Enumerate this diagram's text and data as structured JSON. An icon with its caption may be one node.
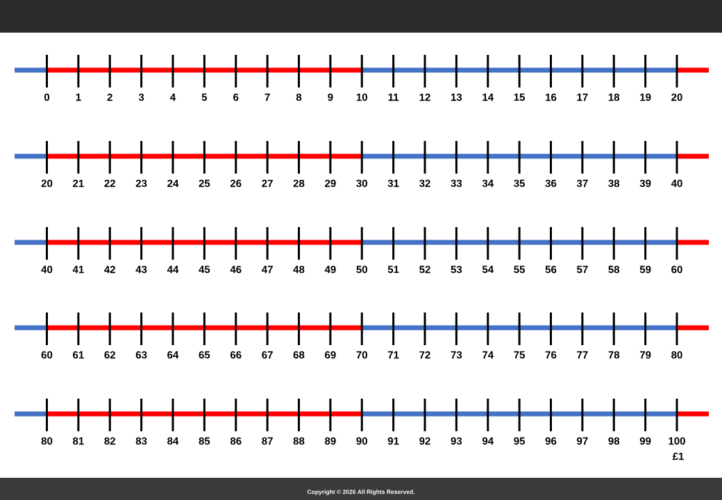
{
  "diagram": {
    "labels": [
      "0",
      "1",
      "2",
      "3",
      "4",
      "5",
      "6",
      "7",
      "8",
      "9",
      "10",
      "11",
      "12",
      "13",
      "14",
      "15",
      "16",
      "17",
      "18",
      "19",
      "20",
      "20",
      "21",
      "22",
      "23",
      "24",
      "25",
      "26",
      "27",
      "28",
      "29",
      "30",
      "31",
      "32",
      "33",
      "34",
      "35",
      "36",
      "37",
      "38",
      "39",
      "40",
      "40",
      "41",
      "42",
      "43",
      "44",
      "45",
      "46",
      "47",
      "48",
      "49",
      "50",
      "51",
      "52",
      "53",
      "54",
      "55",
      "56",
      "57",
      "58",
      "59",
      "60",
      "60",
      "61",
      "62",
      "63",
      "64",
      "65",
      "66",
      "67",
      "68",
      "69",
      "70",
      "71",
      "72",
      "73",
      "74",
      "75",
      "76",
      "77",
      "78",
      "79",
      "80",
      "80",
      "81",
      "82",
      "83",
      "84",
      "85",
      "86",
      "87",
      "88",
      "89",
      "90",
      "91",
      "92",
      "93",
      "94",
      "95",
      "96",
      "97",
      "98",
      "99",
      "100",
      "£1",
      "Copyright © 2026 All Rights Reserved."
    ]
  }
}
